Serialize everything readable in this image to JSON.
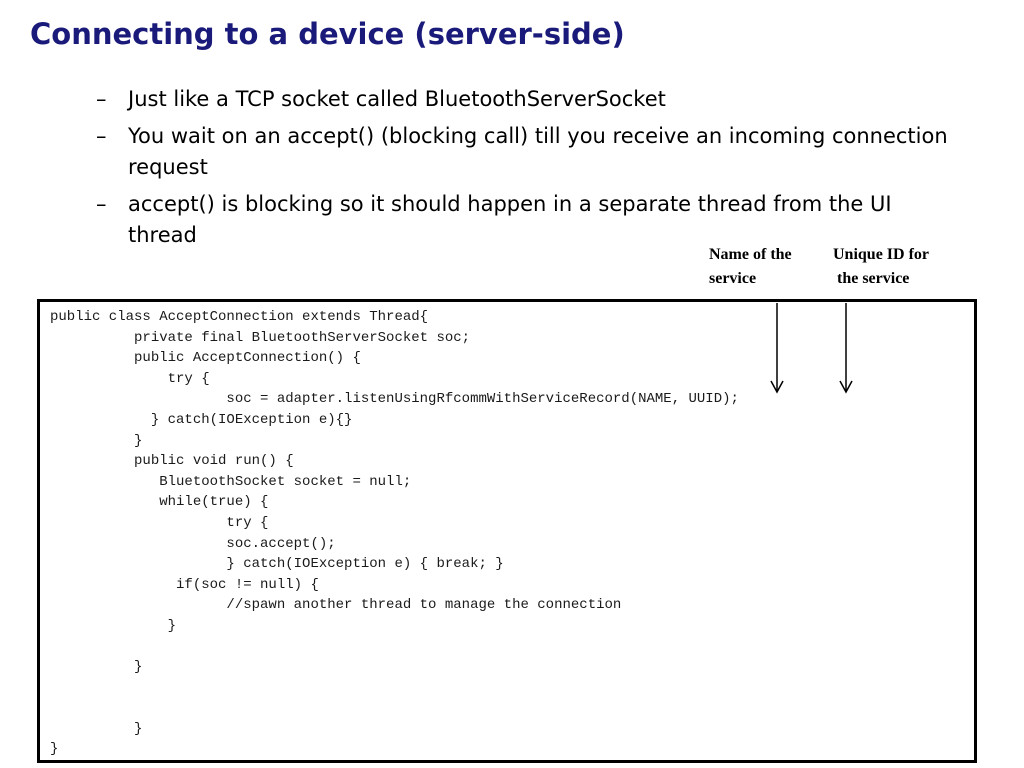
{
  "slide": {
    "title": "Connecting to a device (server-side)",
    "bullet_marker": "–",
    "bullets": [
      "Just like a TCP socket called BluetoothServerSocket",
      "You wait on an accept() (blocking call) till you receive an incoming connection request",
      "accept() is blocking so it should happen in a separate thread from the UI thread"
    ],
    "annotations": {
      "name_label": "Name of the\nservice",
      "uid_label": "Unique ID for\n the service"
    },
    "code_lines": [
      "public class AcceptConnection extends Thread{",
      "          private final BluetoothServerSocket soc;",
      "          public AcceptConnection() {",
      "              try {",
      "                     soc = adapter.listenUsingRfcommWithServiceRecord(NAME, UUID);",
      "            } catch(IOException e){}",
      "          }",
      "          public void run() {",
      "             BluetoothSocket socket = null;",
      "             while(true) {",
      "                     try {",
      "                     soc.accept();",
      "                     } catch(IOException e) { break; }",
      "               if(soc != null) {",
      "                     //spawn another thread to manage the connection",
      "              }",
      "",
      "          }",
      "",
      "",
      "          }",
      "}"
    ]
  }
}
